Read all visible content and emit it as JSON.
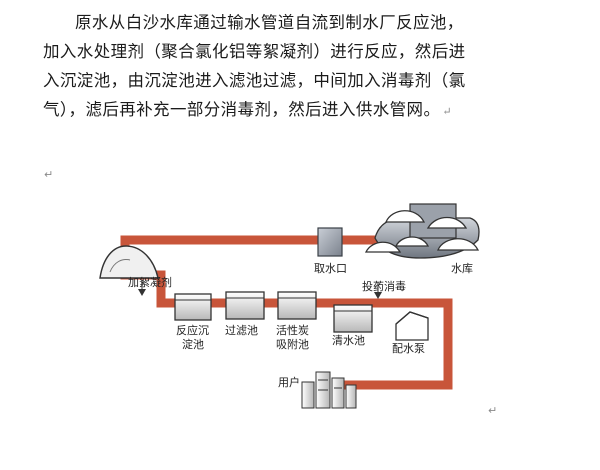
{
  "paragraph": {
    "lines": [
      "原水从白沙水库通过输水管道自流到制水厂反应池，",
      "加入水处理剂（聚合氯化铝等絮凝剂）进行反应，然后进",
      "入沉淀池，由沉淀池进入滤池过滤，中间加入消毒剂（氯",
      "气），滤后再补充一部分消毒剂，然后进入供水管网。"
    ],
    "paragraph_mark": "↵"
  },
  "diagram": {
    "pipe_color": "#c8553a",
    "labels": {
      "coagulant": "加絮凝剂",
      "intake": "取水口",
      "reservoir": "水库",
      "disinfect": "投药消毒",
      "react_sediment": "反应沉\n淀池",
      "filter": "过滤池",
      "carbon": "活性炭\n吸附池",
      "clear_water": "清水池",
      "pump": "配水泵",
      "user": "用户"
    }
  }
}
